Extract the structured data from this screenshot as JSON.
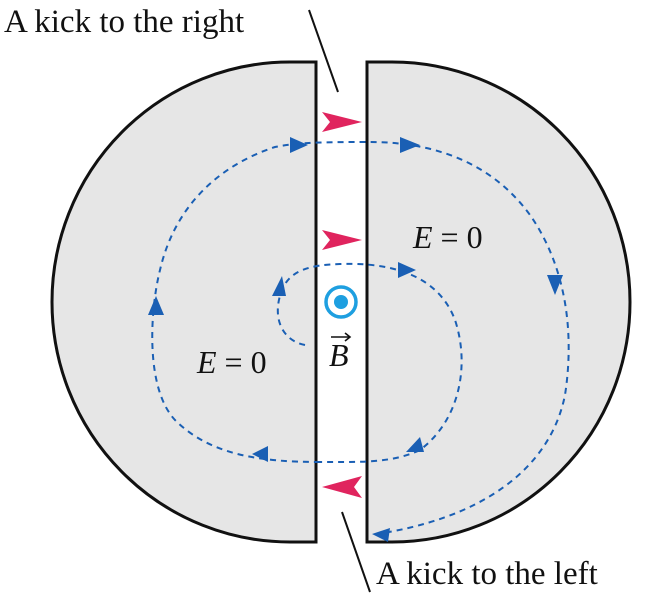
{
  "callouts": {
    "top": "A kick to the right",
    "bottom": "A kick to the left"
  },
  "field_labels": {
    "left_dee": {
      "symbol": "E",
      "rest": " = 0"
    },
    "right_dee": {
      "symbol": "E",
      "rest": " = 0"
    },
    "magnetic": "B"
  },
  "colors": {
    "dee_fill": "#e6e6e6",
    "outline": "#111111",
    "path": "#1a5fb4",
    "kick_arrow": "#e0245e",
    "field_symbol": "#1e9fe0"
  }
}
